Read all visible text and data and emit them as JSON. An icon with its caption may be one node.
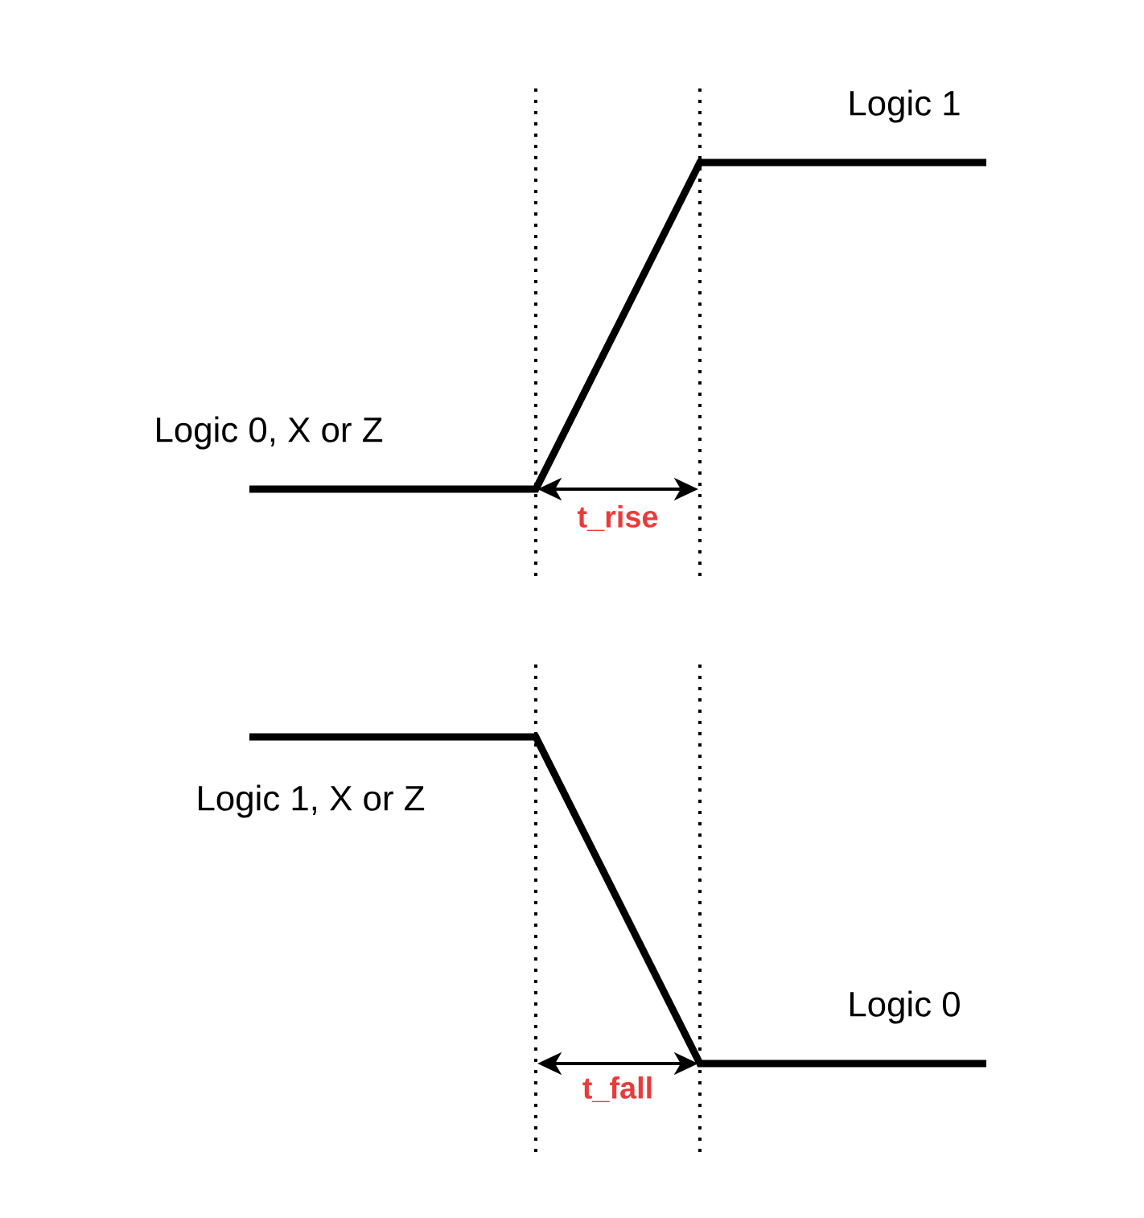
{
  "diagram": {
    "labels": [
      "Logic 1",
      "Logic 0, X or Z",
      "t_rise",
      "Logic 1, X or Z",
      "Logic 0",
      "t_fall"
    ]
  }
}
